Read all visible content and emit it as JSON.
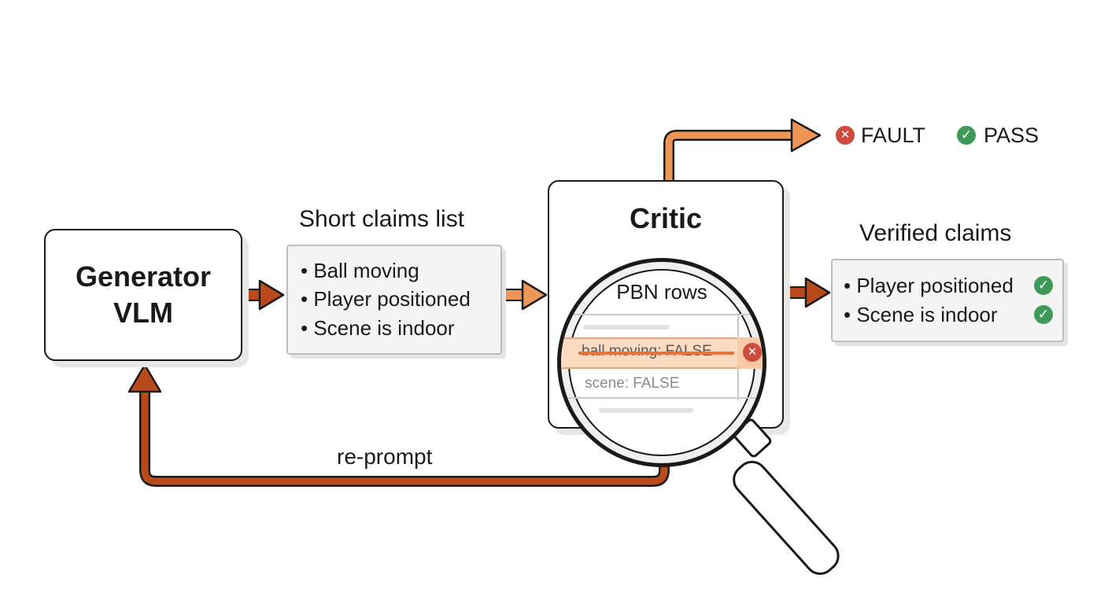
{
  "generator": {
    "line1": "Generator",
    "line2": "VLM"
  },
  "claims": {
    "heading": "Short claims list",
    "items": [
      "• Ball moving",
      "• Player positioned",
      "• Scene is indoor"
    ]
  },
  "critic": {
    "title": "Critic",
    "lens_title": "PBN rows",
    "rows": [
      "ball moving: FALSE",
      "scene: FALSE"
    ]
  },
  "verdicts": {
    "fault": "FAULT",
    "pass": "PASS"
  },
  "verified": {
    "heading": "Verified claims",
    "items": [
      "• Player positioned",
      "• Scene is indoor"
    ]
  },
  "feedback": {
    "label": "re-prompt"
  },
  "colors": {
    "arrow_dark": "#b94a1c",
    "arrow_light": "#ee9655",
    "fault": "#cf4b3d",
    "pass": "#3f9a59",
    "strike": "#e8743b",
    "highlight": "#fbdcc3"
  }
}
